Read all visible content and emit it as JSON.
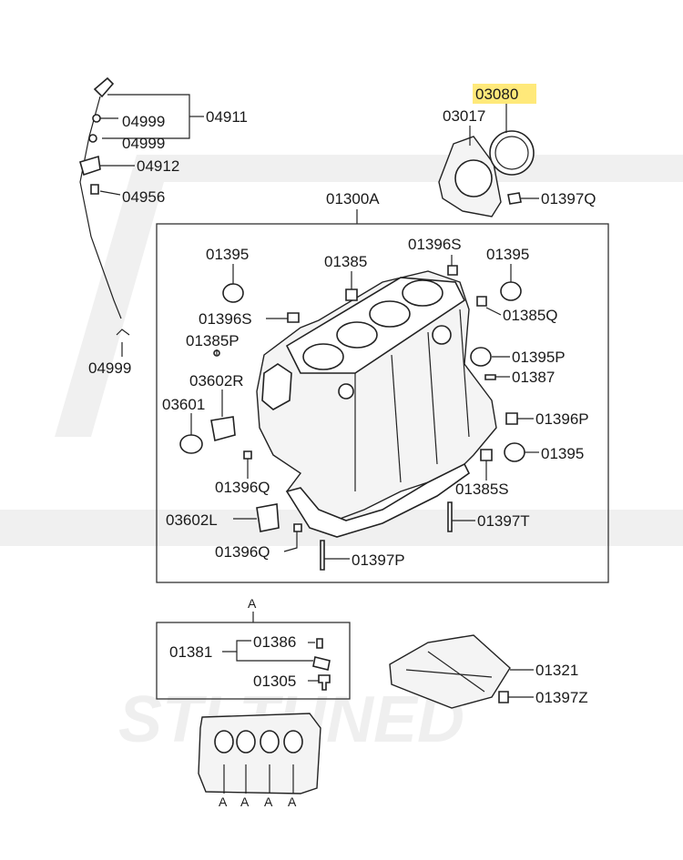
{
  "labels": {
    "p03080": "03080",
    "p03017": "03017",
    "p01397q": "01397Q",
    "p04911": "04911",
    "p04999a": "04999",
    "p04999b": "04999",
    "p04912": "04912",
    "p04956": "04956",
    "p04999c": "04999",
    "p01300a": "01300A",
    "p01395a": "01395",
    "p01385": "01385",
    "p01396s": "01396S",
    "p01395b": "01395",
    "p01396s2": "01396S",
    "p01385q": "01385Q",
    "p01385p": "01385P",
    "p01395p": "01395P",
    "p01387": "01387",
    "p03602r": "03602R",
    "p03601": "03601",
    "p01396p": "01396P",
    "p01395c": "01395",
    "p01396q": "01396Q",
    "p01385s": "01385S",
    "p03602l": "03602L",
    "p01397t": "01397T",
    "p01396q2": "01396Q",
    "p01397p": "01397P",
    "pA": "A",
    "p01381": "01381",
    "p01386": "01386",
    "p01305": "01305",
    "p01321": "01321",
    "p01397z": "01397Z",
    "pA1": "A",
    "pA2": "A",
    "pA3": "A",
    "pA4": "A"
  },
  "watermark": "STI TUNED",
  "highlight_color": "#ffe97a"
}
